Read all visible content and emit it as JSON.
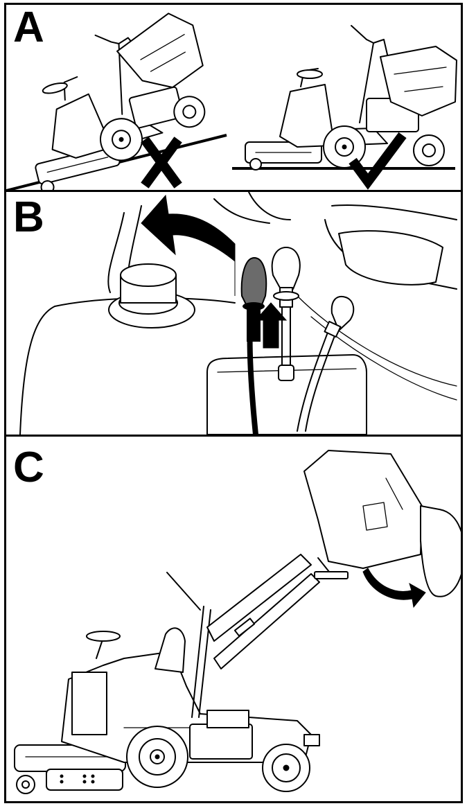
{
  "panels": [
    {
      "letter": "A"
    },
    {
      "letter": "B"
    },
    {
      "letter": "C"
    }
  ],
  "symbols": {
    "incorrect": "X",
    "correct": "check-mark"
  },
  "colors": {
    "line": "#000000",
    "background": "#ffffff",
    "lever_dark": "#6b6b6b"
  }
}
